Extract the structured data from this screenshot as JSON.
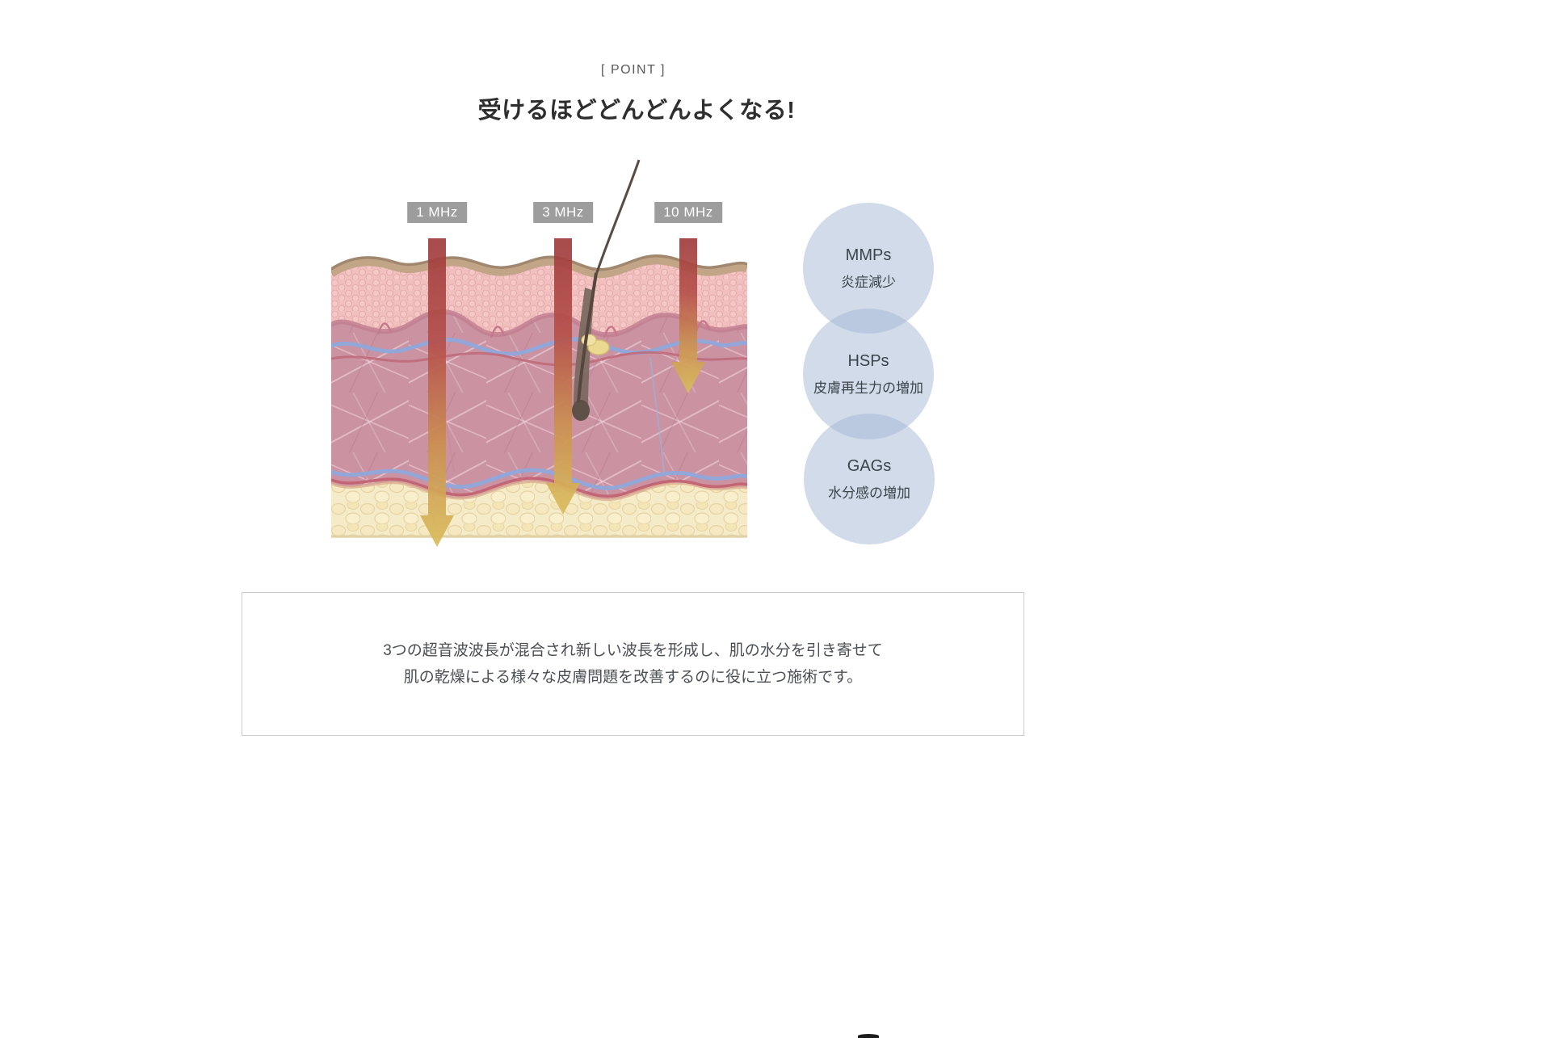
{
  "header": {
    "point_label": "[ POINT ]",
    "title": "受けるほどどんどんよくなる!"
  },
  "frequencies": [
    {
      "label": "1 MHz"
    },
    {
      "label": "3 MHz"
    },
    {
      "label": "10 MHz"
    }
  ],
  "effects": [
    {
      "name": "MMPs",
      "description": "炎症減少"
    },
    {
      "name": "HSPs",
      "description": "皮膚再生力の増加"
    },
    {
      "name": "GAGs",
      "description": "水分感の増加"
    }
  ],
  "description": {
    "line1": "3つの超音波波長が混合され新しい波長を形成し、肌の水分を引き寄せて",
    "line2": "肌の乾燥による様々な皮膚問題を改善するのに役に立つ施術です。"
  },
  "colors": {
    "badge_background": "#9d9d9d",
    "circle_fill": "#cfd9e6",
    "arrow_top": "#a03c3c",
    "arrow_bottom": "#d9bd5c",
    "epidermis": "#f2bfbf",
    "dermis": "#cb92a2",
    "fat_layer": "#f6ebc8",
    "title_color": "#2e2e2e"
  }
}
